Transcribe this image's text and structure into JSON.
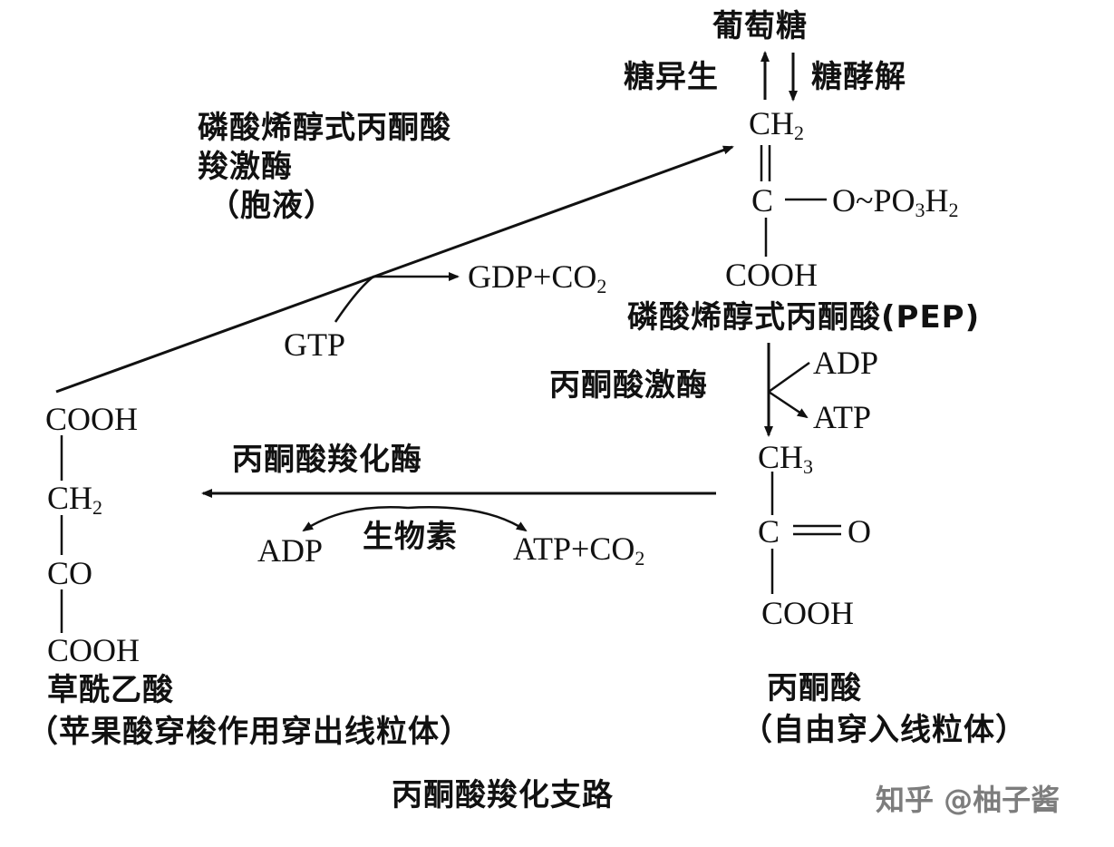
{
  "pathway": {
    "glucose": "葡萄糖",
    "gluconeogenesis": "糖异生",
    "glycolysis": "糖酵解",
    "pep_name": "磷酸烯醇式丙酮酸(PEP)",
    "pepck_enzyme_line1": "磷酸烯醇式丙酮酸",
    "pepck_enzyme_line2": "羧激酶",
    "pepck_location": "（胞液）",
    "gtp": "GTP",
    "gdp_co2": "GDP+CO",
    "pyruvate_kinase": "丙酮酸激酶",
    "adp_right": "ADP",
    "atp_right": "ATP",
    "pyruvate_carboxylase": "丙酮酸羧化酶",
    "biotin": "生物素",
    "adp_left": "ADP",
    "atp_co2": "ATP+CO",
    "pyruvate_name": "丙酮酸",
    "pyruvate_note": "（自由穿入线粒体）",
    "oxaloacetate_name": "草酰乙酸",
    "oxaloacetate_note": "（苹果酸穿梭作用穿出线粒体）",
    "caption": "丙酮酸羧化支路"
  },
  "pep_structure": {
    "ch2": "CH",
    "c": "C",
    "o_po3h2_a": "O~PO",
    "o_po3h2_b": "H",
    "cooh": "COOH"
  },
  "pyruvate_structure": {
    "ch3": "CH",
    "c": "C",
    "o": "O",
    "cooh": "COOH"
  },
  "oxaloacetate_structure": {
    "cooh_top": "COOH",
    "ch2": "CH",
    "co": "CO",
    "cooh_bottom": "COOH"
  },
  "watermark": "知乎 @柚子酱"
}
